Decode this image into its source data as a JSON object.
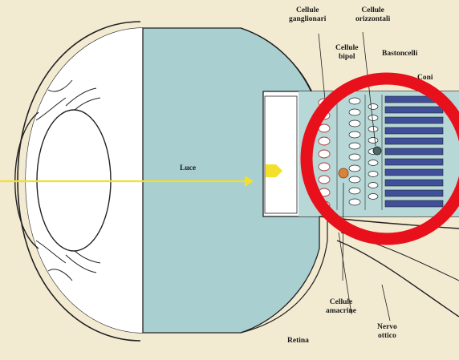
{
  "colors": {
    "background": "#f3ead2",
    "vitreous": "#a9cfd0",
    "retina_band": "#b8d8d8",
    "light_ray": "#f2e02a",
    "highlight_circle": "#e8101a",
    "outline": "#222222",
    "rods": "#3f4f9a",
    "ganglion_cell": "#b33a3a"
  },
  "labels": {
    "luce": "Luce",
    "cellule_gangliari_1": "Cellule",
    "cellule_gangliari_2": "ganglionari",
    "cellule_orizzontali_1": "Cellule",
    "cellule_orizzontali_2": "orizzontali",
    "cellule_bipolari_1": "Cellule",
    "cellule_bipolari_2": "bipol",
    "bastoncelli": "Bastoncelli",
    "coni": "Coni",
    "cellule_amacrine_1": "Cellule",
    "cellule_amacrine_2": "amacrine",
    "retina": "Retina",
    "nervo_ottico_1": "Nervo",
    "nervo_ottico_2": "ottico"
  }
}
